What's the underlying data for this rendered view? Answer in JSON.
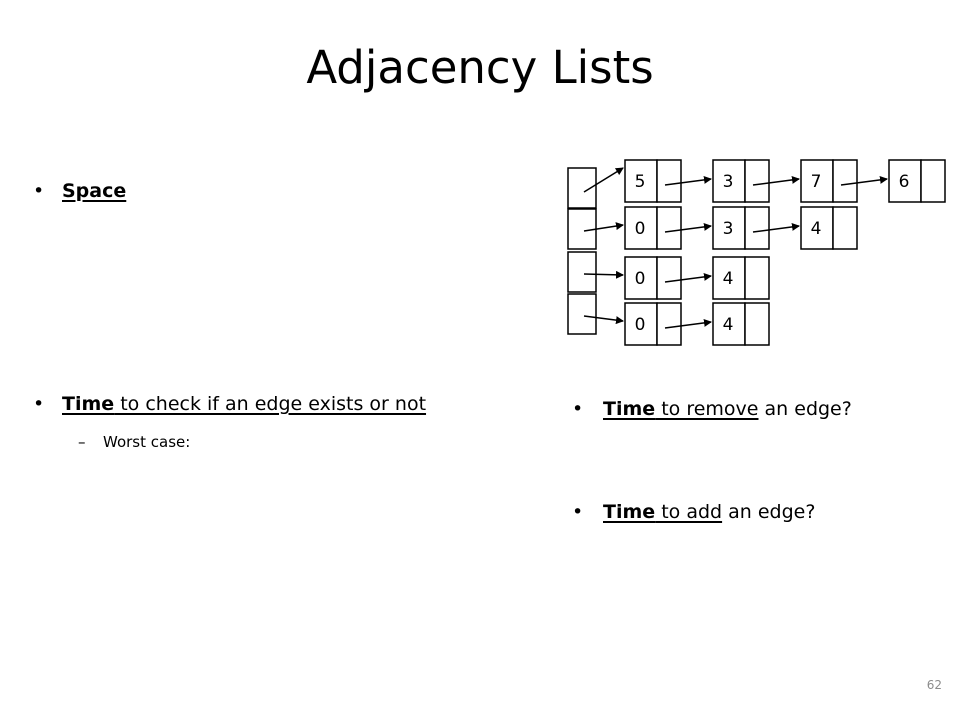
{
  "slide": {
    "title": "Adjacency Lists",
    "page_number": "62"
  },
  "left": {
    "space": "Space",
    "time_check_bold": "Time",
    "time_check_rest": " to check if an edge exists or not",
    "worst_case_dash": "–",
    "worst_case": "Worst case:"
  },
  "right": {
    "remove_bold": "Time",
    "remove_mid": " to remove",
    "remove_rest": " an edge?",
    "add_bold": "Time",
    "add_mid": " to add",
    "add_rest": " an edge?"
  },
  "adjacency_lists": [
    [
      "5",
      "3",
      "7",
      "6"
    ],
    [
      "0",
      "3",
      "4"
    ],
    [
      "0",
      "4"
    ],
    [
      "0",
      "4"
    ]
  ],
  "colors": {
    "stroke": "#000000",
    "page_number": "#8c8c8c"
  }
}
